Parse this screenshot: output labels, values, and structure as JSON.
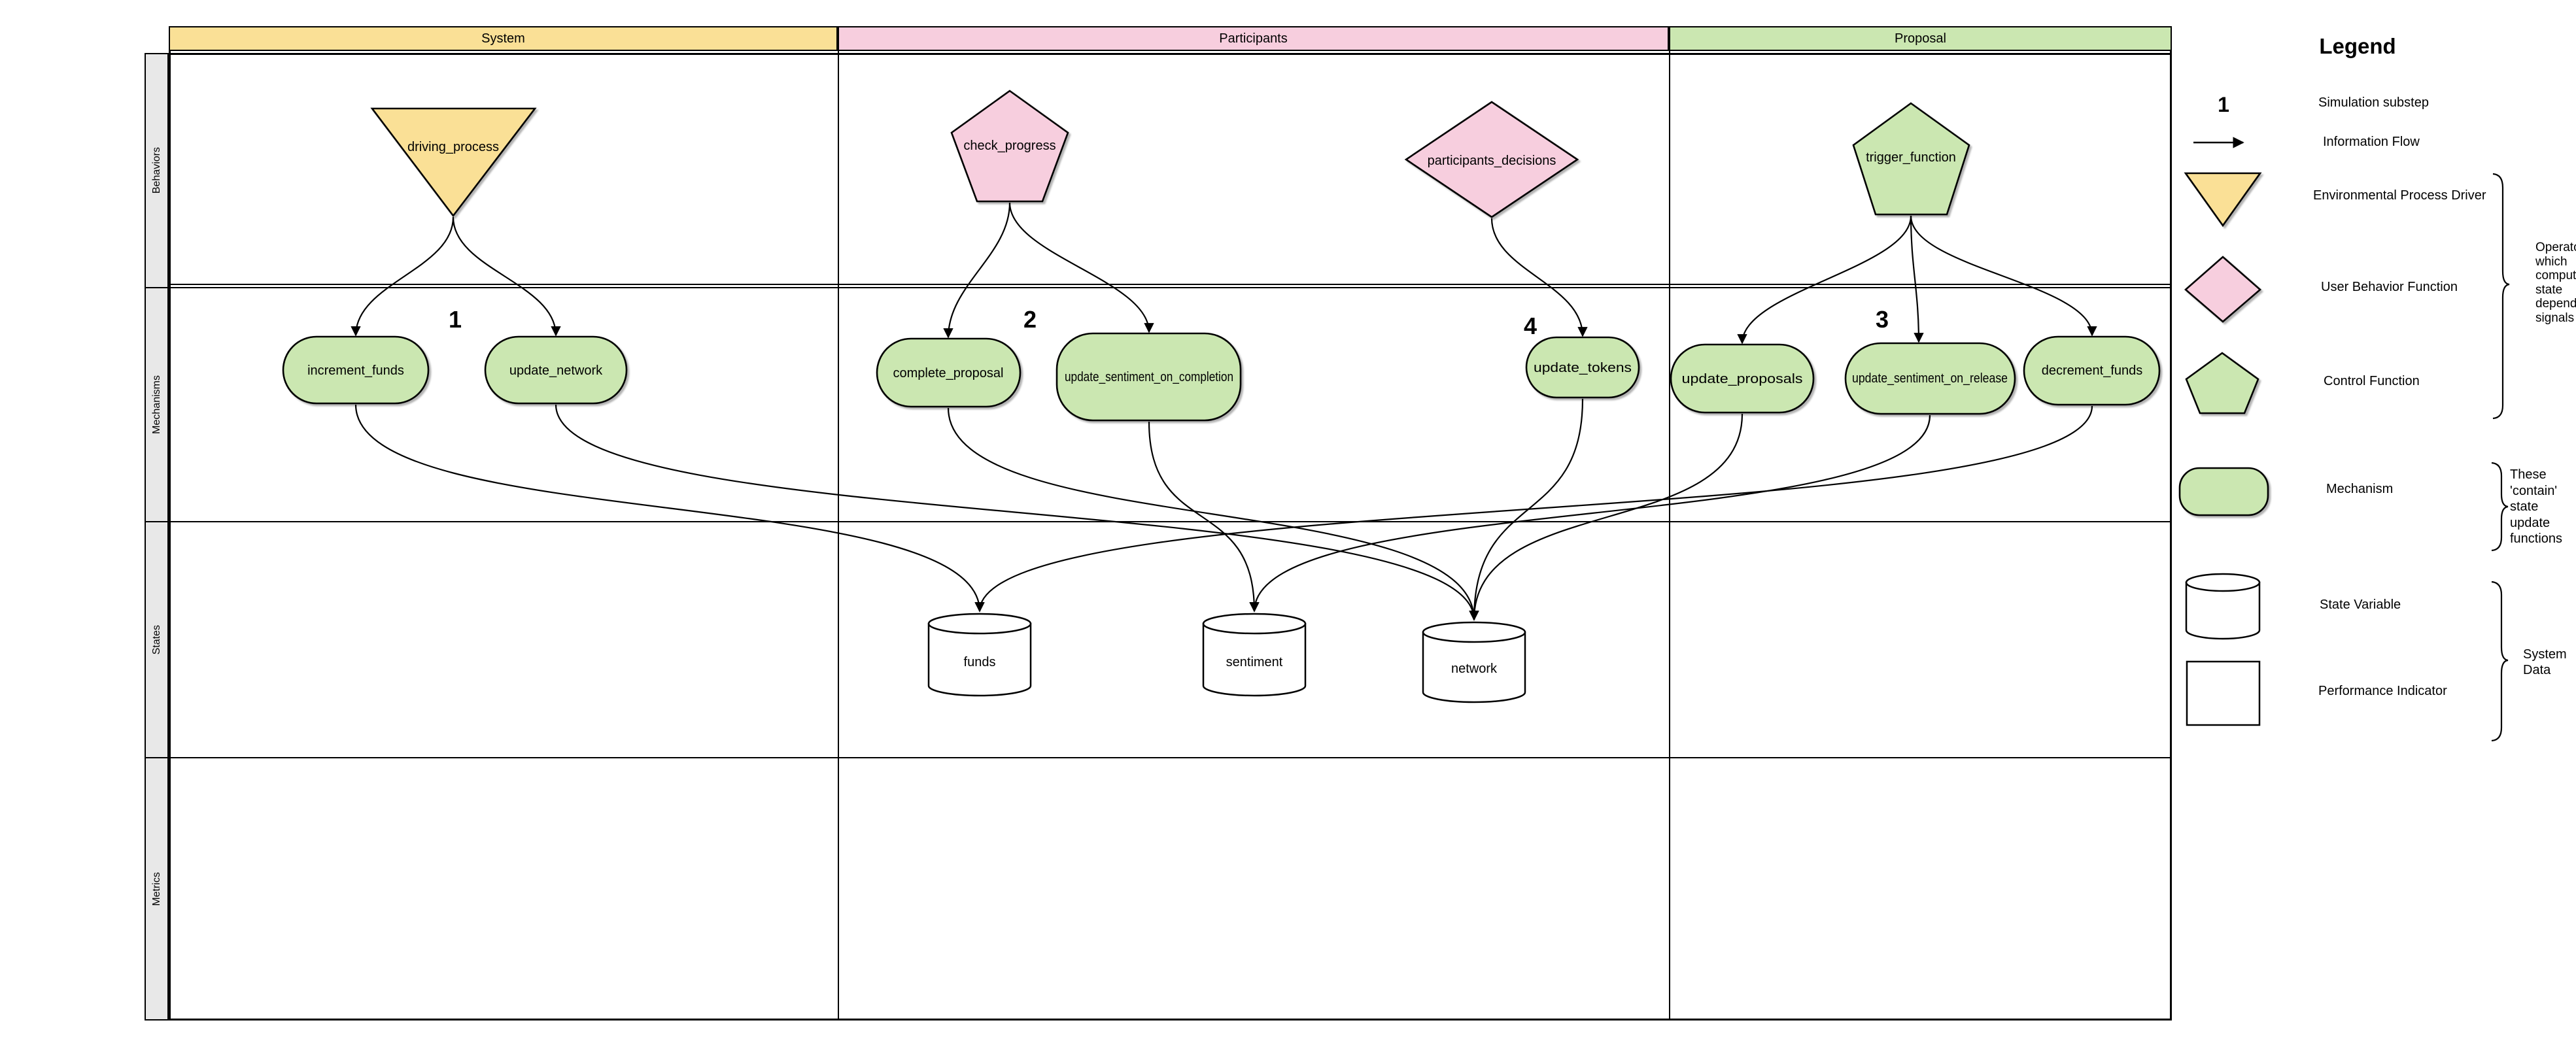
{
  "colors": {
    "system_yellow": "#FAE096",
    "participants_pink": "#F7CEDE",
    "proposal_green": "#CBE7B1",
    "lane_label_bg": "#E8E8E8",
    "line_black": "#000000"
  },
  "pool": {
    "columns": [
      {
        "label": "System"
      },
      {
        "label": "Participants"
      },
      {
        "label": "Proposal"
      }
    ],
    "lanes": [
      {
        "label": "Behaviors"
      },
      {
        "label": "Mechanisms"
      },
      {
        "label": "States"
      },
      {
        "label": "Metrics"
      }
    ]
  },
  "substeps": [
    {
      "number": "1"
    },
    {
      "number": "2"
    },
    {
      "number": "3"
    },
    {
      "number": "4"
    }
  ],
  "behaviors": [
    {
      "id": "driving_process",
      "label": "driving_process",
      "shape": "triangle",
      "column": "System"
    },
    {
      "id": "check_progress",
      "label": "check_progress",
      "shape": "pentagon",
      "column": "Participants"
    },
    {
      "id": "participants_decisions",
      "label": "participants_decisions",
      "shape": "diamond",
      "column": "Participants"
    },
    {
      "id": "trigger_function",
      "label": "trigger_function",
      "shape": "pentagon",
      "column": "Proposal"
    }
  ],
  "mechanisms": [
    {
      "id": "increment_funds",
      "label": "increment_funds",
      "column": "System"
    },
    {
      "id": "update_network",
      "label": "update_network",
      "column": "System"
    },
    {
      "id": "complete_proposal",
      "label": "complete_proposal",
      "column": "Participants"
    },
    {
      "id": "update_sentiment_on_completion",
      "label": "update_sentiment_on_completion",
      "column": "Participants"
    },
    {
      "id": "update_tokens",
      "label": "update_tokens",
      "column": "Participants"
    },
    {
      "id": "update_proposals",
      "label": "update_proposals",
      "column": "Proposal"
    },
    {
      "id": "update_sentiment_on_release",
      "label": "update_sentiment_on_release",
      "column": "Proposal"
    },
    {
      "id": "decrement_funds",
      "label": "decrement_funds",
      "column": "Proposal"
    }
  ],
  "states": [
    {
      "id": "funds",
      "label": "funds"
    },
    {
      "id": "sentiment",
      "label": "sentiment"
    },
    {
      "id": "network",
      "label": "network"
    }
  ],
  "edges": [
    {
      "from": "driving_process",
      "to": "increment_funds"
    },
    {
      "from": "driving_process",
      "to": "update_network"
    },
    {
      "from": "check_progress",
      "to": "complete_proposal"
    },
    {
      "from": "check_progress",
      "to": "update_sentiment_on_completion"
    },
    {
      "from": "participants_decisions",
      "to": "update_tokens"
    },
    {
      "from": "trigger_function",
      "to": "update_proposals"
    },
    {
      "from": "trigger_function",
      "to": "update_sentiment_on_release"
    },
    {
      "from": "trigger_function",
      "to": "decrement_funds"
    },
    {
      "from": "increment_funds",
      "to": "funds"
    },
    {
      "from": "update_network",
      "to": "network"
    },
    {
      "from": "complete_proposal",
      "to": "network"
    },
    {
      "from": "update_sentiment_on_completion",
      "to": "sentiment"
    },
    {
      "from": "update_tokens",
      "to": "network"
    },
    {
      "from": "update_proposals",
      "to": "network"
    },
    {
      "from": "update_sentiment_on_release",
      "to": "sentiment"
    },
    {
      "from": "decrement_funds",
      "to": "funds"
    }
  ],
  "legend": {
    "title": "Legend",
    "items": [
      {
        "glyph": "substep-number",
        "symbol": "1",
        "label": "Simulation substep"
      },
      {
        "glyph": "arrow",
        "label": "Information Flow"
      },
      {
        "glyph": "triangle",
        "label": "Environmental Process Driver"
      },
      {
        "glyph": "diamond",
        "label": "User Behavior Function"
      },
      {
        "glyph": "pentagon",
        "label": "Control Function"
      },
      {
        "glyph": "mechanism",
        "label": "Mechanism"
      },
      {
        "glyph": "cylinder",
        "label": "State Variable"
      },
      {
        "glyph": "rectangle",
        "label": "Performance Indicator"
      }
    ],
    "annotations": [
      {
        "lines": [
          "Operators",
          "which",
          "compute",
          "state",
          "dependent",
          "signals"
        ]
      },
      {
        "lines": [
          "These",
          "'contain'",
          "state",
          "update",
          "functions"
        ]
      },
      {
        "lines": [
          "System",
          "Data"
        ]
      }
    ]
  }
}
